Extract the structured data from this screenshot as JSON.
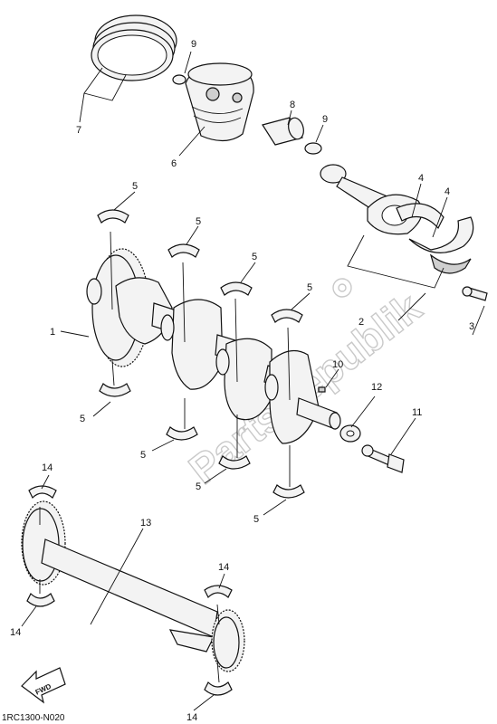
{
  "watermark": "PartsRepublik",
  "diagram_code": "1RC1300-N020",
  "fwd_label": "FWD",
  "callouts": [
    {
      "id": "c7",
      "text": "7"
    },
    {
      "id": "c9a",
      "text": "9"
    },
    {
      "id": "c6",
      "text": "6"
    },
    {
      "id": "c8",
      "text": "8"
    },
    {
      "id": "c9b",
      "text": "9"
    },
    {
      "id": "c4a",
      "text": "4"
    },
    {
      "id": "c4b",
      "text": "4"
    },
    {
      "id": "c5a",
      "text": "5"
    },
    {
      "id": "c5b",
      "text": "5"
    },
    {
      "id": "c5c",
      "text": "5"
    },
    {
      "id": "c5d",
      "text": "5"
    },
    {
      "id": "c1",
      "text": "1"
    },
    {
      "id": "c2",
      "text": "2"
    },
    {
      "id": "c3",
      "text": "3"
    },
    {
      "id": "c10",
      "text": "10"
    },
    {
      "id": "c12",
      "text": "12"
    },
    {
      "id": "c11",
      "text": "11"
    },
    {
      "id": "c5e",
      "text": "5"
    },
    {
      "id": "c5f",
      "text": "5"
    },
    {
      "id": "c5g",
      "text": "5"
    },
    {
      "id": "c5h",
      "text": "5"
    },
    {
      "id": "c14a",
      "text": "14"
    },
    {
      "id": "c13",
      "text": "13"
    },
    {
      "id": "c14b",
      "text": "14"
    },
    {
      "id": "c14c",
      "text": "14"
    },
    {
      "id": "c14d",
      "text": "14"
    }
  ]
}
